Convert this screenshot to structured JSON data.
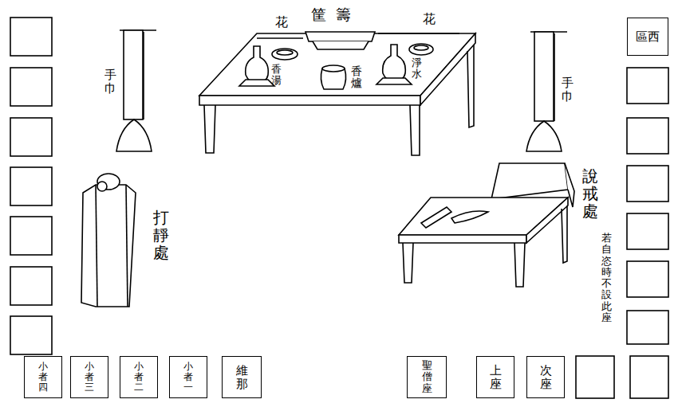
{
  "diagram": {
    "nodes": [
      {
        "text": [
          "區西"
        ]
      },
      {
        "text": [
          "小者四"
        ]
      },
      {
        "text": [
          "小者三"
        ]
      },
      {
        "text": [
          "小者二"
        ]
      },
      {
        "text": [
          "小者一"
        ]
      },
      {
        "text": [
          "維那"
        ]
      },
      {
        "text": [
          "聖僧座"
        ]
      },
      {
        "text": [
          "上座"
        ]
      },
      {
        "text": [
          "次座"
        ]
      }
    ],
    "labels": [
      "筐籌",
      "花",
      "花",
      "香湯",
      "香爐",
      "淨水",
      "手巾",
      "手巾",
      "打靜處",
      "說戒處",
      "若自恣時不設此座"
    ]
  }
}
